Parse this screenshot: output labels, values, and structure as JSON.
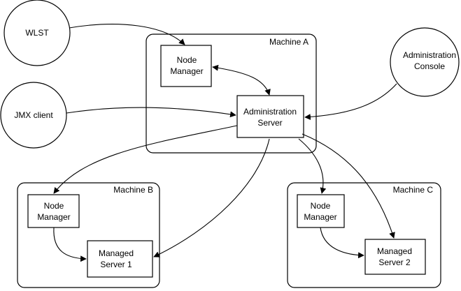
{
  "external": {
    "wlst": "WLST",
    "jmx_client": "JMX client",
    "admin_console_line1": "Administration",
    "admin_console_line2": "Console"
  },
  "machine_a": {
    "title": "Machine A",
    "node_manager_line1": "Node",
    "node_manager_line2": "Manager",
    "admin_server_line1": "Administration",
    "admin_server_line2": "Server"
  },
  "machine_b": {
    "title": "Machine B",
    "node_manager_line1": "Node",
    "node_manager_line2": "Manager",
    "managed_server_line1": "Managed",
    "managed_server_line2": "Server 1"
  },
  "machine_c": {
    "title": "Machine C",
    "node_manager_line1": "Node",
    "node_manager_line2": "Manager",
    "managed_server_line1": "Managed",
    "managed_server_line2": "Server 2"
  }
}
